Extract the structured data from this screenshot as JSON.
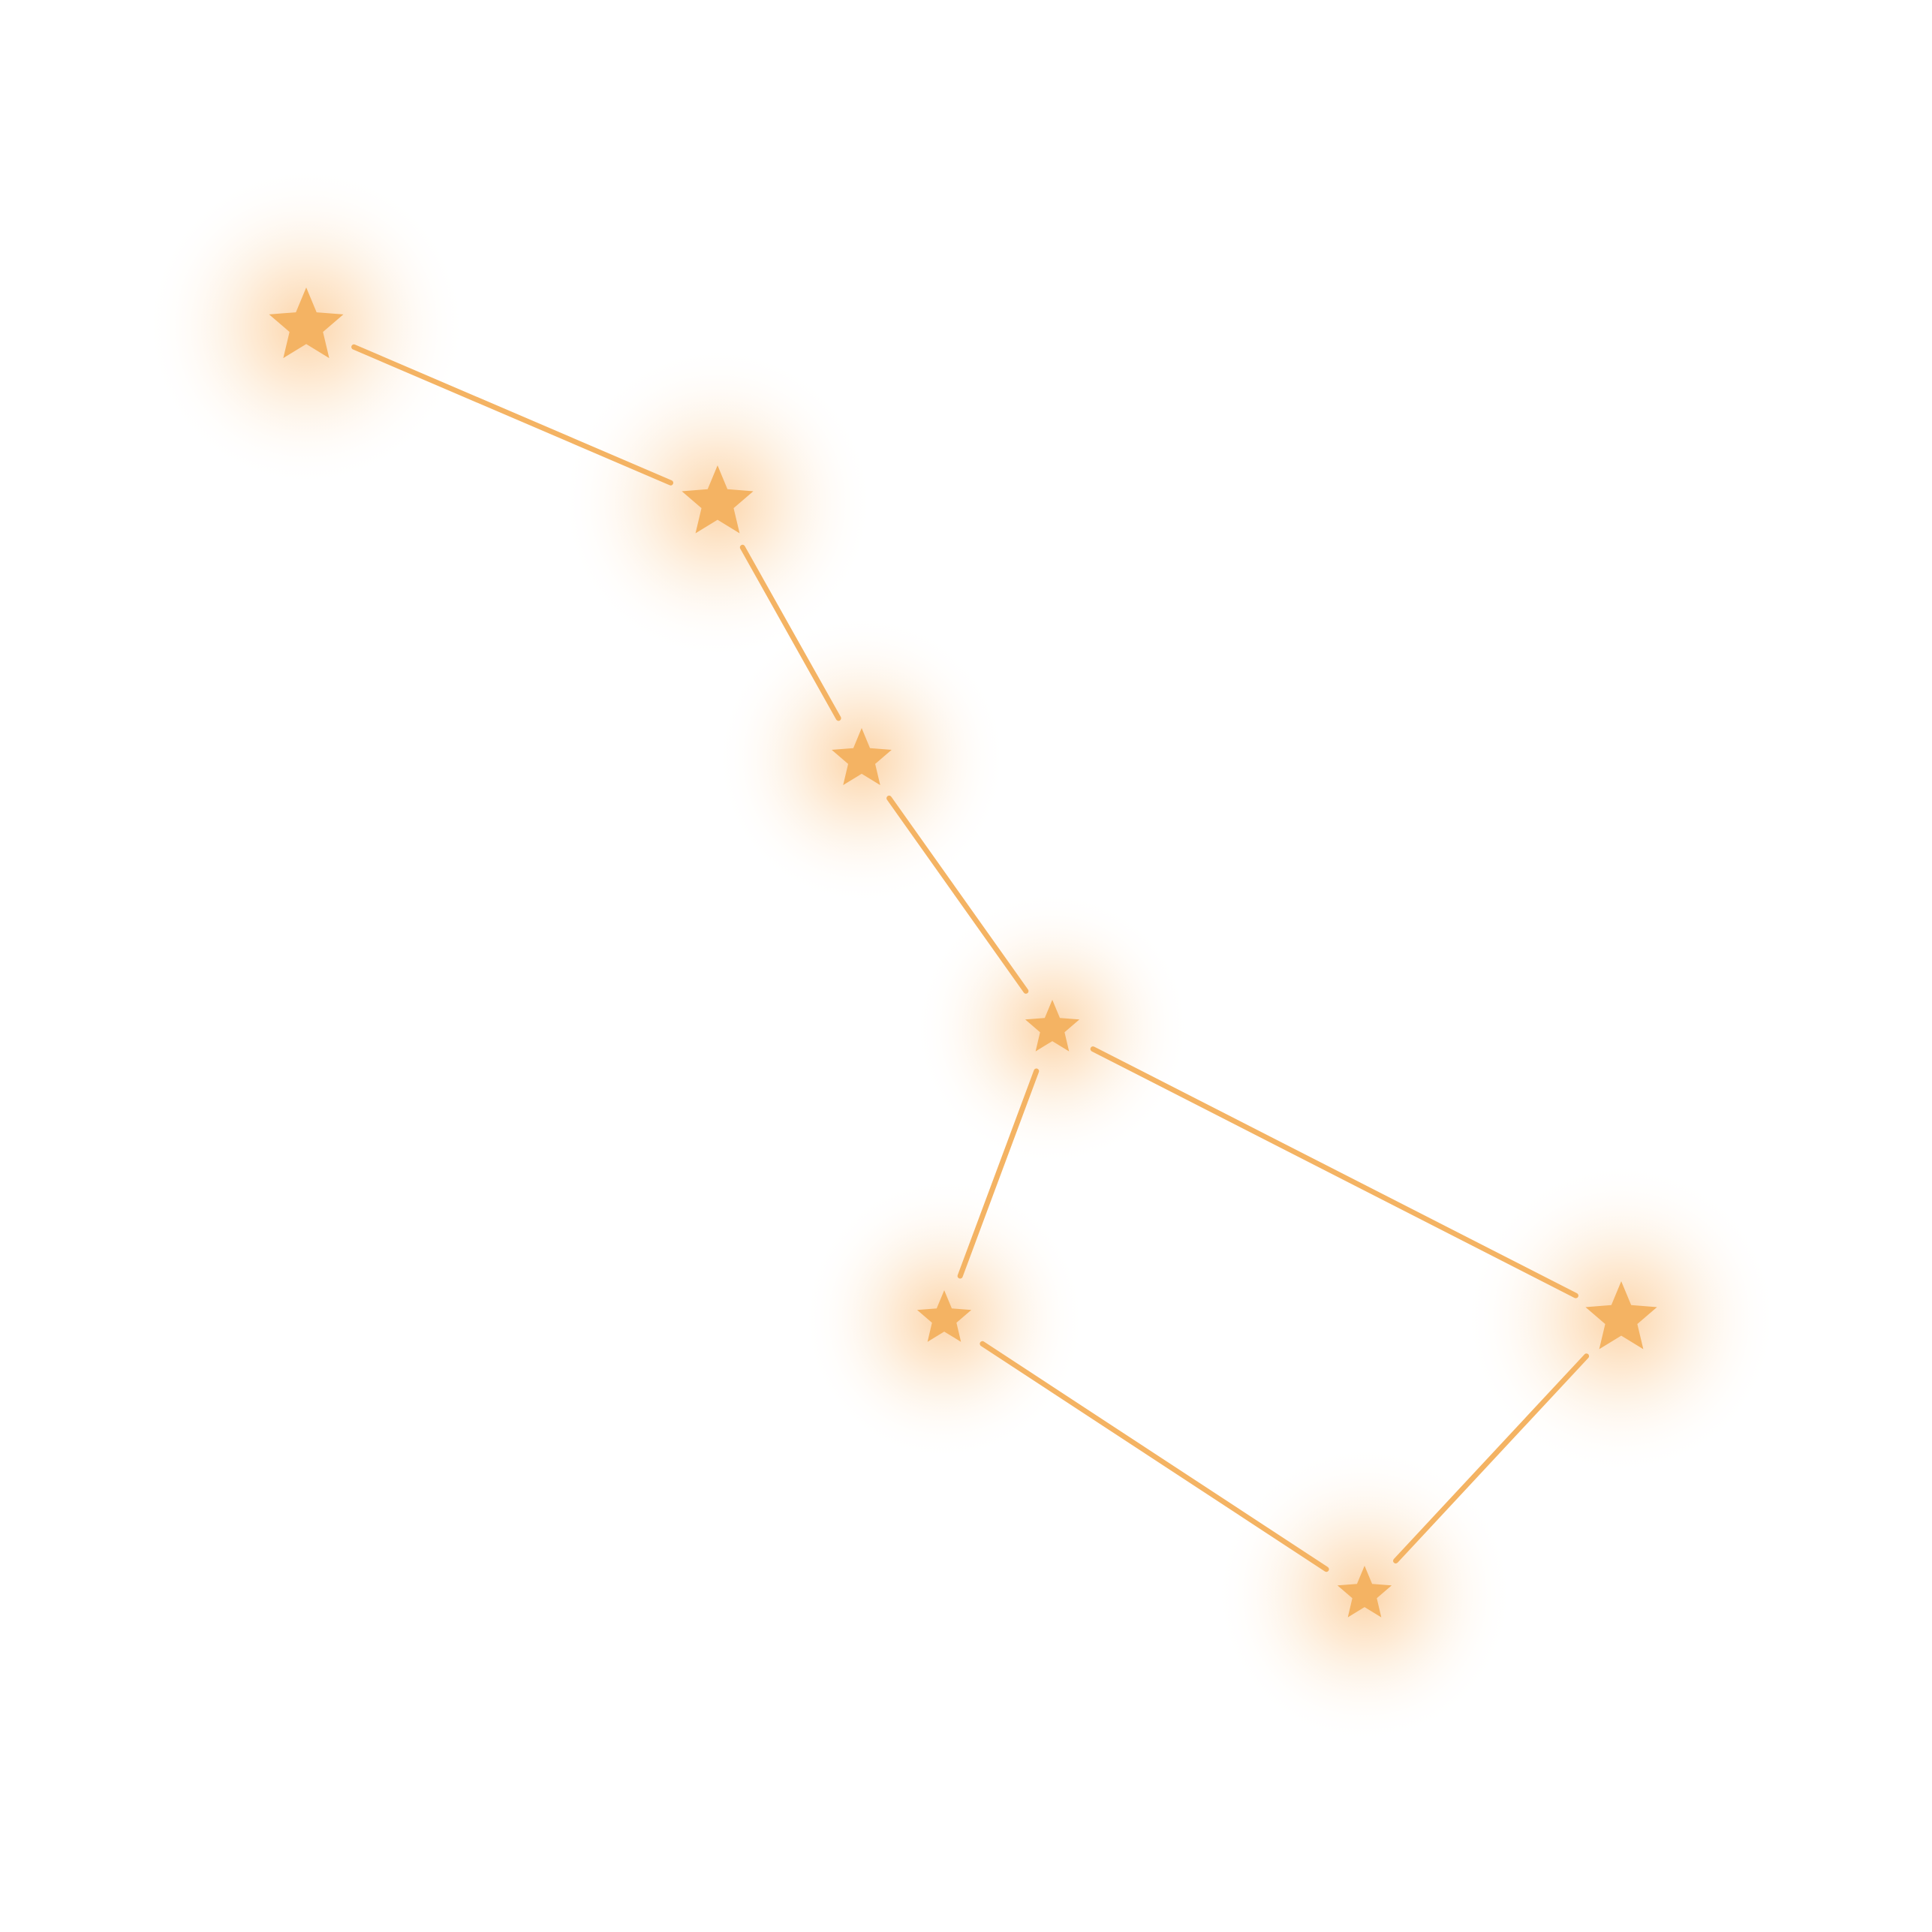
{
  "figure": {
    "subject": "constellation",
    "icon": "star-icon",
    "colors": {
      "background": "#ffffff",
      "star": "#f4b363",
      "line": "#f4b363",
      "glow": "#fbc58a"
    },
    "stars": [
      {
        "id": "star-1",
        "glow": true
      },
      {
        "id": "star-2",
        "glow": true
      },
      {
        "id": "star-3",
        "glow": true
      },
      {
        "id": "star-4",
        "glow": true
      },
      {
        "id": "star-5",
        "glow": true
      },
      {
        "id": "star-6",
        "glow": true
      },
      {
        "id": "star-7",
        "glow": true
      }
    ],
    "connections": [
      [
        "star-1",
        "star-2"
      ],
      [
        "star-2",
        "star-3"
      ],
      [
        "star-3",
        "star-4"
      ],
      [
        "star-4",
        "star-5"
      ],
      [
        "star-4",
        "star-6"
      ],
      [
        "star-5",
        "star-7"
      ],
      [
        "star-6",
        "star-7"
      ]
    ]
  }
}
